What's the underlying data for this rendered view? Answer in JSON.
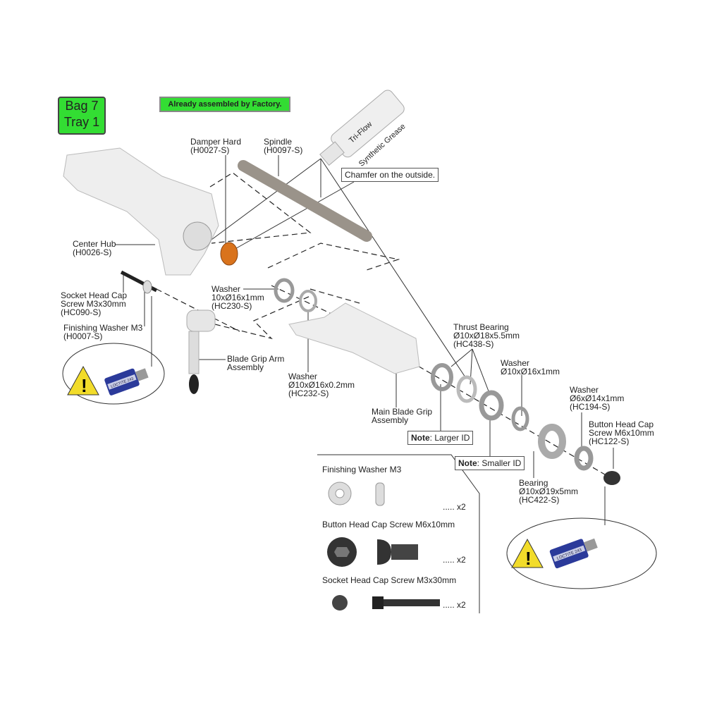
{
  "badge": {
    "line1": "Bag 7",
    "line2": "Tray 1",
    "color": "#33dd33"
  },
  "factory_note": "Already assembled by Factory.",
  "grease": {
    "brand": "Tri-Flow",
    "name": "Synthetic Grease"
  },
  "chamfer_note": "Chamfer on the outside.",
  "labels": {
    "damper": {
      "l1": "Damper Hard",
      "l2": "(H0027-S)"
    },
    "spindle": {
      "l1": "Spindle",
      "l2": "(H0097-S)"
    },
    "center_hub": {
      "l1": "Center Hub",
      "l2": "(H0026-S)"
    },
    "socket_screw": {
      "l1": "Socket Head Cap",
      "l2": "Screw M3x30mm",
      "l3": "(HC090-S)"
    },
    "finishing_washer": {
      "l1": "Finishing Washer M3",
      "l2": "(H0007-S)"
    },
    "washer_hc230": {
      "l1": "Washer",
      "l2": "10xØ16x1mm",
      "l3": "(HC230-S)"
    },
    "blade_grip_arm": {
      "l1": "Blade Grip Arm",
      "l2": "Assembly"
    },
    "washer_hc232": {
      "l1": "Washer",
      "l2": "Ø10xØ16x0.2mm",
      "l3": "(HC232-S)"
    },
    "main_blade_grip": {
      "l1": "Main Blade Grip",
      "l2": "Assembly"
    },
    "thrust_bearing": {
      "l1": "Thrust Bearing",
      "l2": "Ø10xØ18x5.5mm",
      "l3": "(HC438-S)"
    },
    "washer_10x16": {
      "l1": "Washer",
      "l2": "Ø10xØ16x1mm"
    },
    "washer_hc194": {
      "l1": "Washer",
      "l2": "Ø6xØ14x1mm",
      "l3": "(HC194-S)"
    },
    "button_screw": {
      "l1": "Button Head Cap",
      "l2": "Screw M6x10mm",
      "l3": "(HC122-S)"
    },
    "bearing": {
      "l1": "Bearing",
      "l2": "Ø10xØ19x5mm",
      "l3": "(HC422-S)"
    }
  },
  "notes": {
    "larger": {
      "bold": "Note",
      "text": ": Larger ID"
    },
    "smaller": {
      "bold": "Note",
      "text": ": Smaller ID"
    }
  },
  "loctite_label": "LOCTITE 243",
  "parts_list": [
    {
      "name": "Finishing Washer M3",
      "qty": "..... x2"
    },
    {
      "name": "Button Head Cap Screw M6x10mm",
      "qty": "..... x2"
    },
    {
      "name": "Socket Head Cap Screw M3x30mm",
      "qty": "..... x2"
    }
  ],
  "colors": {
    "damper": "#d9731c",
    "loctite": "#2b3a9a",
    "warning": "#f2dc2a"
  }
}
